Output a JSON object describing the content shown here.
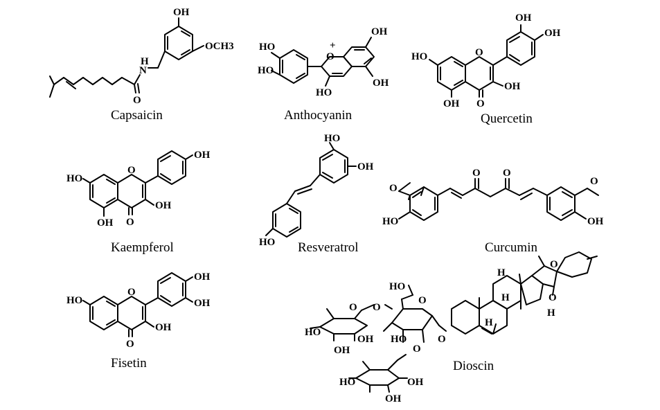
{
  "compounds": {
    "capsaicin": {
      "name": "Capsaicin",
      "atoms": [
        "OH",
        "OCH3",
        "H",
        "N",
        "O"
      ]
    },
    "anthocyanin": {
      "name": "Anthocyanin",
      "atoms": [
        "+",
        "OH",
        "HO",
        "HO",
        "O",
        "OH",
        "HO"
      ]
    },
    "quercetin": {
      "name": "Quercetin",
      "atoms": [
        "OH",
        "OH",
        "HO",
        "O",
        "OH",
        "OH",
        "O"
      ]
    },
    "kaempferol": {
      "name": "Kaempferol",
      "atoms": [
        "OH",
        "HO",
        "O",
        "OH",
        "OH",
        "O"
      ]
    },
    "resveratrol": {
      "name": "Resveratrol",
      "atoms": [
        "HO",
        "OH",
        "HO"
      ]
    },
    "curcumin": {
      "name": "Curcumin",
      "atoms": [
        "O",
        "O",
        "O",
        "O",
        "HO",
        "OH"
      ]
    },
    "fisetin": {
      "name": "Fisetin",
      "atoms": [
        "OH",
        "OH",
        "HO",
        "O",
        "OH",
        "O"
      ]
    },
    "dioscin": {
      "name": "Dioscin",
      "atoms": [
        "HO",
        "O",
        "O",
        "HO",
        "OH",
        "OH",
        "HO",
        "O",
        "O",
        "O",
        "HO",
        "OH",
        "OH",
        "H",
        "H",
        "H",
        "H",
        "O",
        "O"
      ]
    }
  }
}
